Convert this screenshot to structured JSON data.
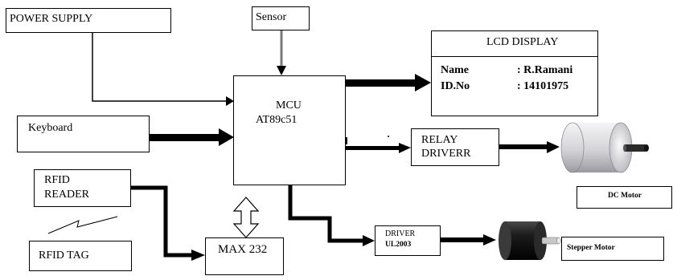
{
  "blocks": {
    "power_supply": "POWER SUPPLY",
    "sensor": "Sensor",
    "keyboard": "Keyboard",
    "rfid_reader": [
      "RFID",
      "READER"
    ],
    "rfid_tag": "RFID TAG",
    "mcu": [
      "MCU",
      "AT89c51"
    ],
    "max232": "MAX 232",
    "relay_driver": [
      "RELAY",
      "DRIVERR"
    ],
    "driver": [
      "DRIVER",
      "UL2003"
    ],
    "dc_motor": "DC Motor",
    "stepper_motor": "Stepper Motor"
  },
  "lcd": {
    "title": "LCD DISPLAY",
    "rows": [
      {
        "label": "Name",
        "value": ": R.Ramani"
      },
      {
        "label": "ID.No",
        "value": ": 14101975"
      }
    ]
  },
  "colors": {
    "line": "#000000",
    "sensor_arrow": "#7a7a7a",
    "dc_motor_body": "#d0d0d4",
    "stepper_motor_body": "#1a1a1a"
  }
}
